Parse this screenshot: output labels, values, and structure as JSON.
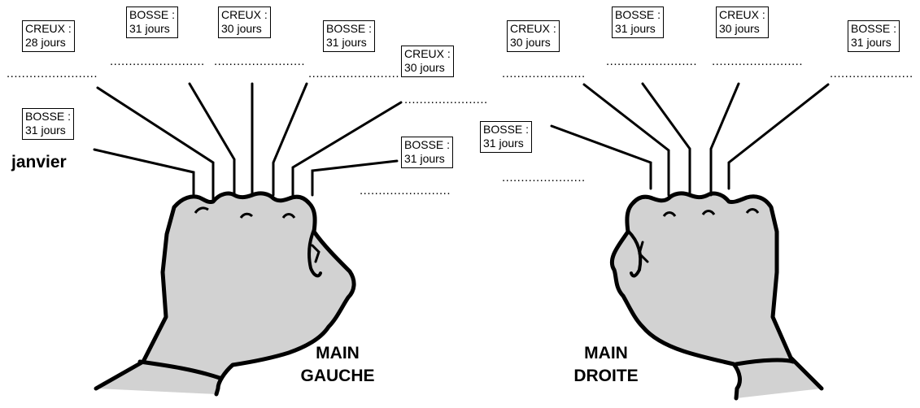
{
  "left_hand": {
    "boxes": [
      {
        "top": "CREUX :",
        "bottom": "28 jours"
      },
      {
        "top": "BOSSE :",
        "bottom": "31 jours"
      },
      {
        "top": "CREUX :",
        "bottom": "30 jours"
      },
      {
        "top": "BOSSE :",
        "bottom": "31 jours"
      },
      {
        "top": "CREUX :",
        "bottom": "30 jours"
      },
      {
        "top": "BOSSE :",
        "bottom": "31 jours"
      },
      {
        "top": "BOSSE :",
        "bottom": "31 jours"
      }
    ],
    "start_label": "janvier",
    "title_line1": "MAIN",
    "title_line2": "GAUCHE"
  },
  "right_hand": {
    "boxes": [
      {
        "top": "CREUX :",
        "bottom": "30 jours"
      },
      {
        "top": "BOSSE :",
        "bottom": "31 jours"
      },
      {
        "top": "CREUX :",
        "bottom": "30 jours"
      },
      {
        "top": "BOSSE :",
        "bottom": "31 jours"
      },
      {
        "top": "BOSSE :",
        "bottom": "31 jours"
      }
    ],
    "title_line1": "MAIN",
    "title_line2": "DROITE"
  },
  "blank_line": "................................",
  "colors": {
    "hand_fill": "#d2d2d2",
    "outline": "#000000"
  }
}
